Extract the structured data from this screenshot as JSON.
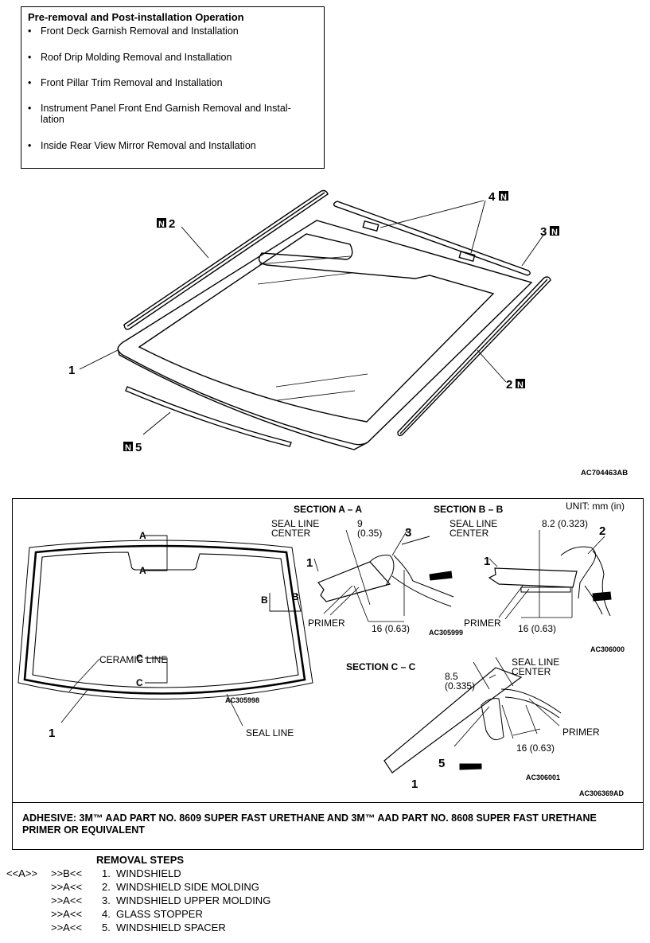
{
  "operations": {
    "title": "Pre-removal and Post-installation Operation",
    "items": [
      "Front Deck Garnish Removal and Installation",
      "Roof Drip Molding Removal and Installation",
      "Front Pillar Trim Removal and Installation",
      "Instrument Panel Front End Garnish Removal and Instal-lation",
      "Inside Rear View Mirror Removal and Installation"
    ]
  },
  "exploded_view": {
    "callouts": [
      "1",
      "2",
      "2",
      "3",
      "4",
      "5"
    ],
    "new_part_mark": "N",
    "figure_code": "AC704463AB"
  },
  "sections": {
    "unit": "UNIT: mm (in)",
    "front_view": {
      "section_marks": [
        "A",
        "A",
        "B",
        "B",
        "C",
        "C"
      ],
      "ceramic_line": "CERAMIC LINE",
      "seal_line": "SEAL LINE",
      "callout": "1",
      "figure_code": "AC305998"
    },
    "section_a": {
      "title": "SECTION A – A",
      "seal_line_center": [
        "SEAL LINE",
        "CENTER"
      ],
      "offset": [
        "9",
        "(0.35)"
      ],
      "width": "16 (0.63)",
      "primer": "PRIMER",
      "callouts": [
        "1",
        "3"
      ],
      "figure_code": "AC305999"
    },
    "section_b": {
      "title": "SECTION B – B",
      "seal_line_center": [
        "SEAL LINE",
        "CENTER"
      ],
      "offset": "8.2 (0.323)",
      "width": "16 (0.63)",
      "primer": "PRIMER",
      "callouts": [
        "1",
        "2"
      ],
      "figure_code": "AC306000"
    },
    "section_c": {
      "title": "SECTION C – C",
      "seal_line_center": [
        "SEAL LINE",
        "CENTER"
      ],
      "offset": [
        "8.5",
        "(0.335)"
      ],
      "width": "16 (0.63)",
      "primer": "PRIMER",
      "callouts": [
        "1",
        "5"
      ],
      "figure_code": "AC306001"
    },
    "figure_code": "AC306369AD"
  },
  "adhesive": "ADHESIVE: 3M™ AAD PART NO. 8609 SUPER FAST URETHANE AND 3M™ AAD PART NO. 8608 SUPER FAST URETHANE PRIMER OR EQUIVALENT",
  "removal_steps": {
    "heading": "REMOVAL STEPS",
    "steps": [
      {
        "installation": "<<A>>",
        "removal": ">>B<<",
        "number": "1.",
        "name": "WINDSHIELD"
      },
      {
        "installation": "",
        "removal": ">>A<<",
        "number": "2.",
        "name": "WINDSHIELD SIDE MOLDING"
      },
      {
        "installation": "",
        "removal": ">>A<<",
        "number": "3.",
        "name": "WINDSHIELD UPPER MOLDING"
      },
      {
        "installation": "",
        "removal": ">>A<<",
        "number": "4.",
        "name": "GLASS STOPPER"
      },
      {
        "installation": "",
        "removal": ">>A<<",
        "number": "5.",
        "name": "WINDSHIELD SPACER"
      }
    ]
  }
}
